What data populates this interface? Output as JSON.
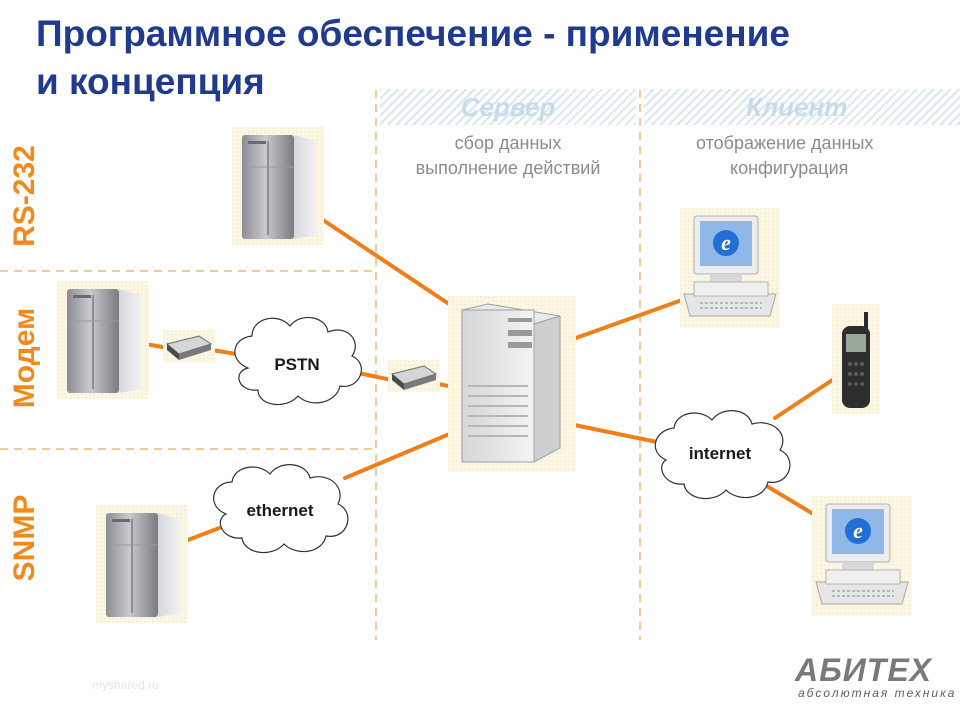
{
  "title": {
    "line1": "Программное обеспечение - применение",
    "line2": "и концепция"
  },
  "rows": {
    "rs232": "RS-232",
    "modem": "Модем",
    "snmp": "SNMP"
  },
  "columns": {
    "server": {
      "header": "Сервер",
      "line1": "сбор данных",
      "line2": "выполнение действий"
    },
    "client": {
      "header": "Клиент",
      "line1": "отображение данных",
      "line2": "конфигурация"
    }
  },
  "clouds": {
    "pstn": "PSTN",
    "ethernet": "ethernet",
    "internet": "internet"
  },
  "logo": {
    "name": "АБИТЕХ",
    "tagline": "абсолютная техника"
  },
  "watermark": "myshared.ru",
  "colors": {
    "title": "#1f3a8f",
    "accent": "#f08a1c",
    "link": "#f07f1a",
    "divider": "#f5c99a"
  },
  "icons": [
    "tower-server-icon",
    "modem-icon",
    "server-icon",
    "monitor-ie-icon",
    "mobile-phone-icon"
  ]
}
